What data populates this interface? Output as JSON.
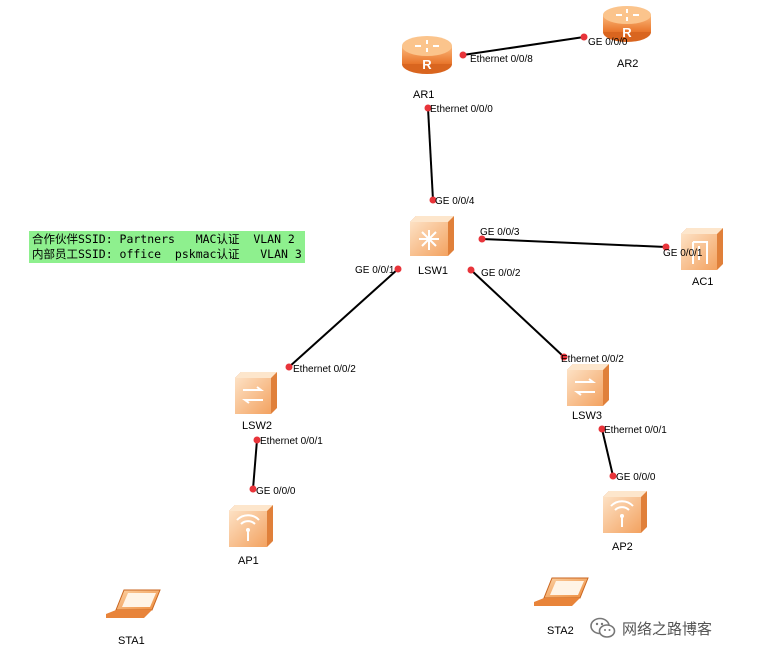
{
  "nodes": [
    {
      "id": "AR1",
      "label": "AR1",
      "type": "router"
    },
    {
      "id": "AR2",
      "label": "AR2",
      "type": "router"
    },
    {
      "id": "LSW1",
      "label": "LSW1",
      "type": "core-switch"
    },
    {
      "id": "AC1",
      "label": "AC1",
      "type": "ac"
    },
    {
      "id": "LSW2",
      "label": "LSW2",
      "type": "switch"
    },
    {
      "id": "LSW3",
      "label": "LSW3",
      "type": "switch"
    },
    {
      "id": "AP1",
      "label": "AP1",
      "type": "ap"
    },
    {
      "id": "AP2",
      "label": "AP2",
      "type": "ap"
    },
    {
      "id": "STA1",
      "label": "STA1",
      "type": "laptop"
    },
    {
      "id": "STA2",
      "label": "STA2",
      "type": "laptop"
    }
  ],
  "links": [
    {
      "from": "AR1",
      "to": "AR2",
      "from_port": "Ethernet 0/0/8",
      "to_port": "GE 0/0/0"
    },
    {
      "from": "AR1",
      "to": "LSW1",
      "from_port": "Ethernet 0/0/0",
      "to_port": "GE 0/0/4"
    },
    {
      "from": "LSW1",
      "to": "AC1",
      "from_port": "GE 0/0/3",
      "to_port": "GE 0/0/1"
    },
    {
      "from": "LSW1",
      "to": "LSW2",
      "from_port": "GE 0/0/1",
      "to_port": "Ethernet 0/0/2"
    },
    {
      "from": "LSW1",
      "to": "LSW3",
      "from_port": "GE 0/0/2",
      "to_port": "Ethernet 0/0/2"
    },
    {
      "from": "LSW2",
      "to": "AP1",
      "from_port": "Ethernet 0/0/1",
      "to_port": "GE 0/0/0"
    },
    {
      "from": "LSW3",
      "to": "AP2",
      "from_port": "Ethernet 0/0/1",
      "to_port": "GE 0/0/0"
    }
  ],
  "note": {
    "line1": "合作伙伴SSID: Partners   MAC认证  VLAN 2",
    "line2": "内部员工SSID: office  pskmac认证   VLAN 3"
  },
  "watermark": {
    "text": "网络之路博客",
    "icon": "wechat-icon"
  },
  "colors": {
    "device": "#f08a3c",
    "device_light": "#fbd2a6",
    "link": "#000000",
    "port_dot": "#e8343a",
    "note_bg": "#8ef08e"
  }
}
